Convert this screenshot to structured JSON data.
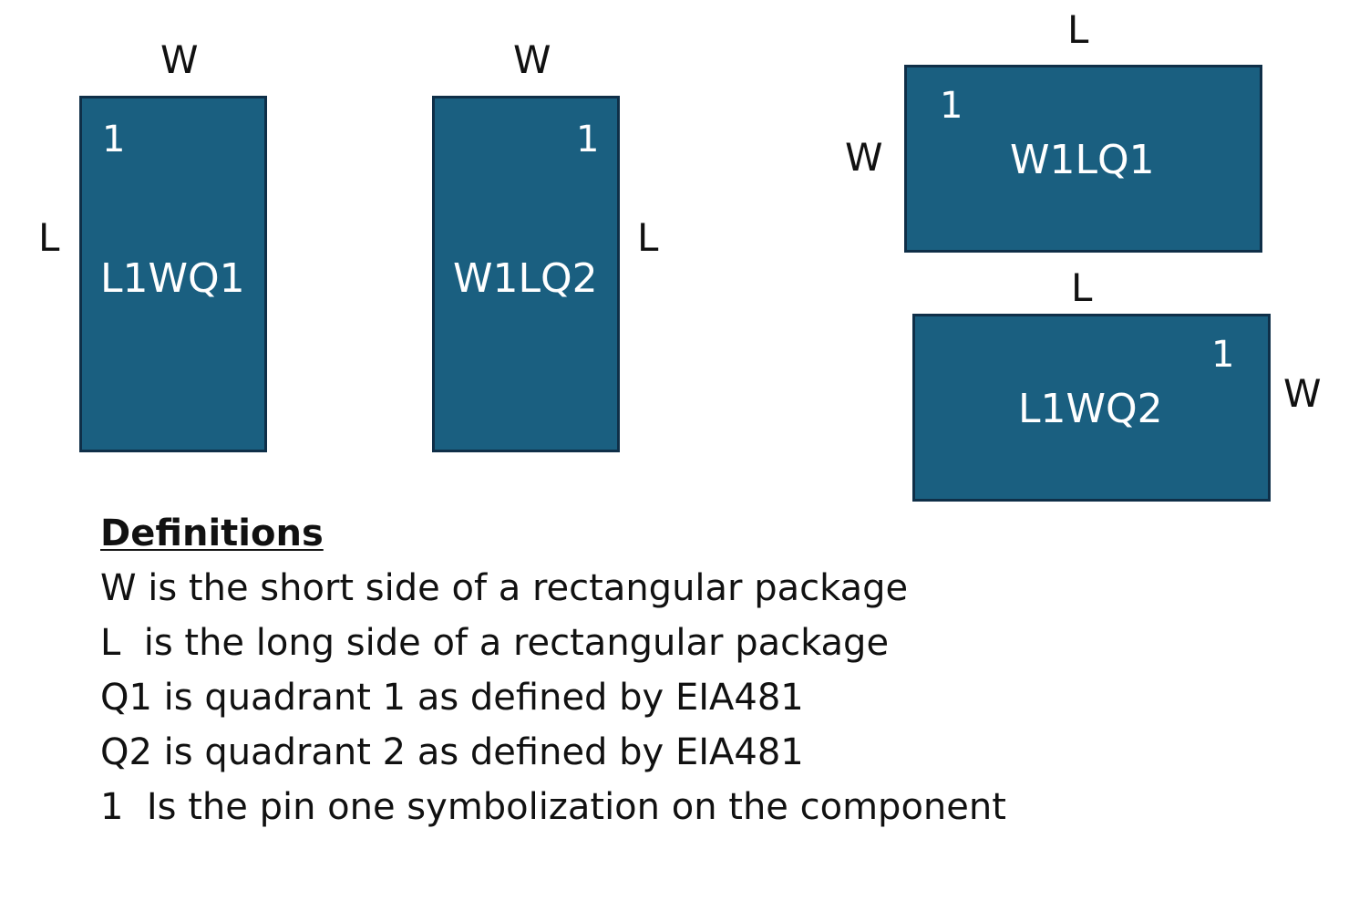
{
  "colors": {
    "package_fill": "#1a5f80",
    "package_border": "#0f2f48",
    "label_text": "#ffffff",
    "page_text": "#111111"
  },
  "packages": {
    "l1wq1": {
      "name": "L1WQ1",
      "pin": "1",
      "top_label": "W",
      "side_label": "L"
    },
    "w1lq2": {
      "name": "W1LQ2",
      "pin": "1",
      "top_label": "W",
      "side_label": "L"
    },
    "w1lq1": {
      "name": "W1LQ1",
      "pin": "1",
      "top_label": "L",
      "side_label": "W"
    },
    "l1wq2": {
      "name": "L1WQ2",
      "pin": "1",
      "top_label": "L",
      "side_label": "W"
    }
  },
  "definitions": {
    "title": "Definitions",
    "lines": [
      "W is the short side of a rectangular package",
      "L  is the long side of a rectangular package",
      "Q1 is quadrant 1 as defined by EIA481",
      "Q2 is quadrant 2 as defined by EIA481",
      "1  Is the pin one symbolization on the component"
    ]
  }
}
